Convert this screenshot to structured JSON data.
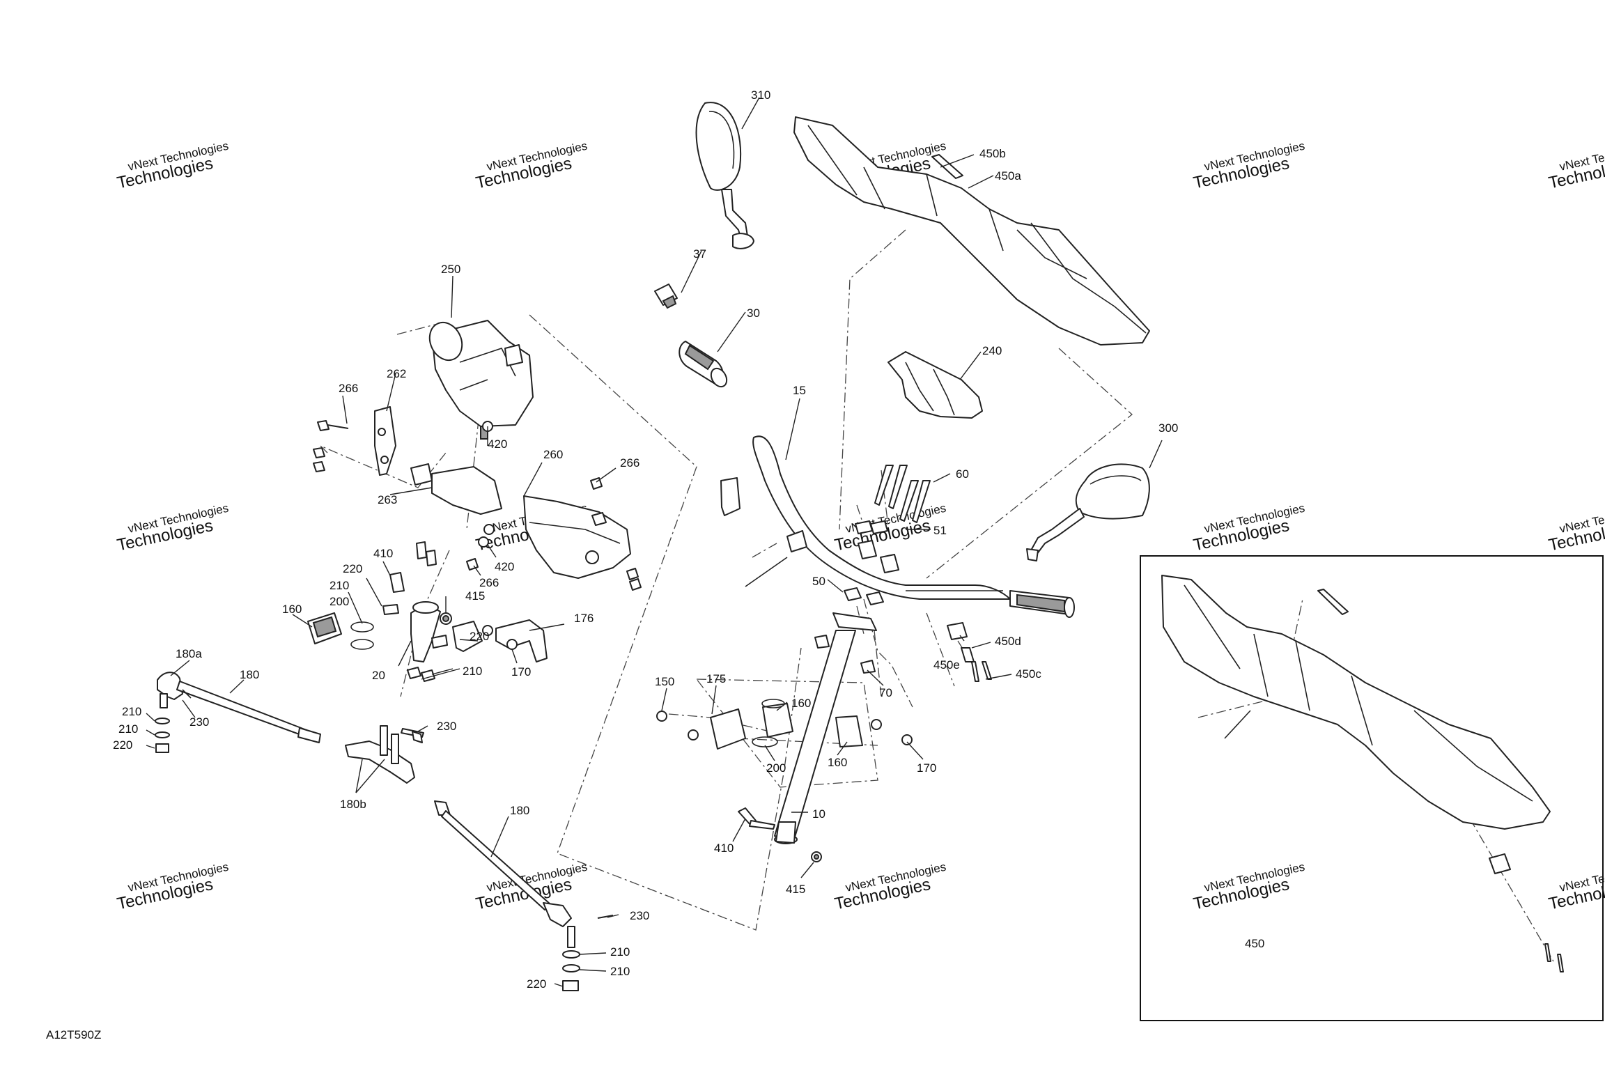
{
  "diagram_code": "A12T590Z",
  "watermark": {
    "line1": "vNext Technologies",
    "line2": "Technologies",
    "line3": "vNext"
  },
  "labels": {
    "l310": "310",
    "l37": "37",
    "l30": "30",
    "l15": "15",
    "l450b": "450b",
    "l450a": "450a",
    "l240": "240",
    "l300": "300",
    "l250": "250",
    "l262": "262",
    "l266a": "266",
    "l420a": "420",
    "l260": "260",
    "l266b": "266",
    "l263": "263",
    "l420b": "420",
    "l266c": "266",
    "l410a": "410",
    "l220a": "220",
    "l210a": "210",
    "l200a": "200",
    "l415a": "415",
    "l220b": "220",
    "l160a": "160",
    "l176": "176",
    "l20": "20",
    "l210b": "210",
    "l170a": "170",
    "l180a": "180a",
    "l180c": "180",
    "l230a": "230",
    "l210c": "210",
    "l210d": "210",
    "l220c": "220",
    "l230b": "230",
    "l180b": "180b",
    "l180d": "180",
    "l230c": "230",
    "l210e": "210",
    "l210f": "210",
    "l220d": "220",
    "l60": "60",
    "l51": "51",
    "l50": "50",
    "l450d": "450d",
    "l450e": "450e",
    "l450c": "450c",
    "l70": "70",
    "l150": "150",
    "l175": "175",
    "l160b": "160",
    "l200b": "200",
    "l160c": "160",
    "l170b": "170",
    "l410b": "410",
    "l10": "10",
    "l415b": "415",
    "l450": "450"
  }
}
